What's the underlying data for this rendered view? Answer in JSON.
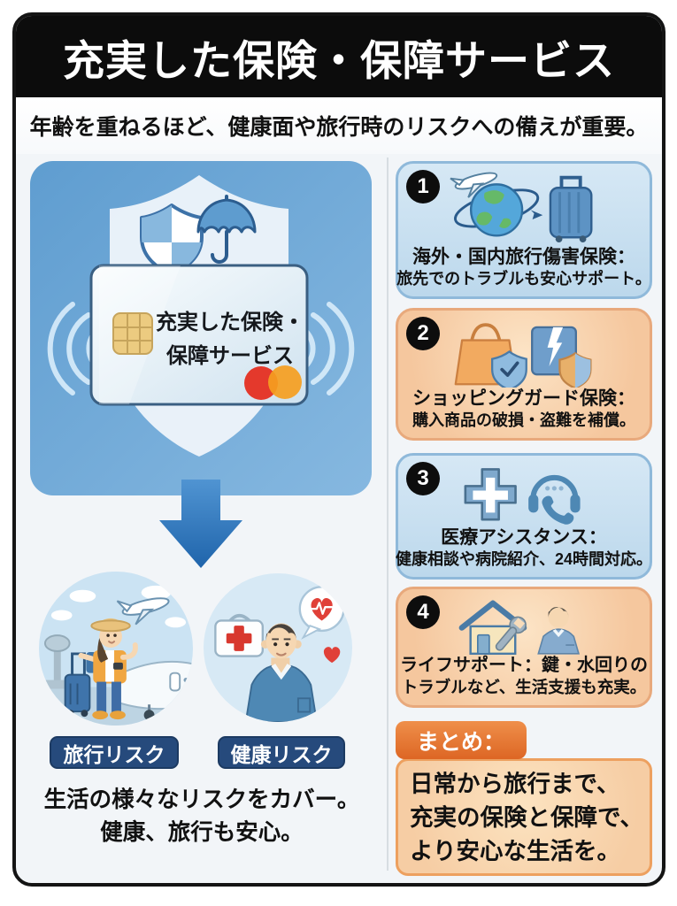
{
  "header": {
    "title": "充実した保険・保障サービス"
  },
  "subtitle": "年齢を重ねるほど、健康面や旅行時のリスクへの備えが重要。",
  "hero": {
    "card_line1": "充実した保険・",
    "card_line2": "保障サービス"
  },
  "risks": [
    {
      "label": "旅行リスク"
    },
    {
      "label": "健康リスク"
    }
  ],
  "caption": {
    "line1": "生活の様々なリスクをカバー。",
    "line2": "健康、旅行も安心。"
  },
  "benefits": [
    {
      "number": "1",
      "line1": "海外・国内旅行傷害保険：",
      "line2": "旅先でのトラブルも安心サポート。"
    },
    {
      "number": "2",
      "line1": "ショッピングガード保険：",
      "line2": "購入商品の破損・盗難を補償。"
    },
    {
      "number": "3",
      "line1": "医療アシスタンス：",
      "line2": "健康相談や病院紹介、24時間対応。"
    },
    {
      "number": "4",
      "line1": "ライフサポート：鍵・水回りの",
      "line2": "トラブルなど、生活支援も充実。"
    }
  ],
  "summary": {
    "label": "まとめ：",
    "line1": "日常から旅行まで、",
    "line2": "充実の保険と保障で、",
    "line3": "より安心な生活を。"
  },
  "colors": {
    "header_bg": "#0c0c0c",
    "hero_blue": "#5f9dd0",
    "benefit_blue_bg": "#c9dff1",
    "benefit_blue_border": "#8fb9da",
    "benefit_orange_bg": "#f6c9a2",
    "benefit_orange_border": "#e8a97c",
    "pill_navy": "#264a7c",
    "summary_orange": "#e4762f",
    "mastercard_red": "#e4392c",
    "mastercard_orange": "#f59e1f"
  }
}
